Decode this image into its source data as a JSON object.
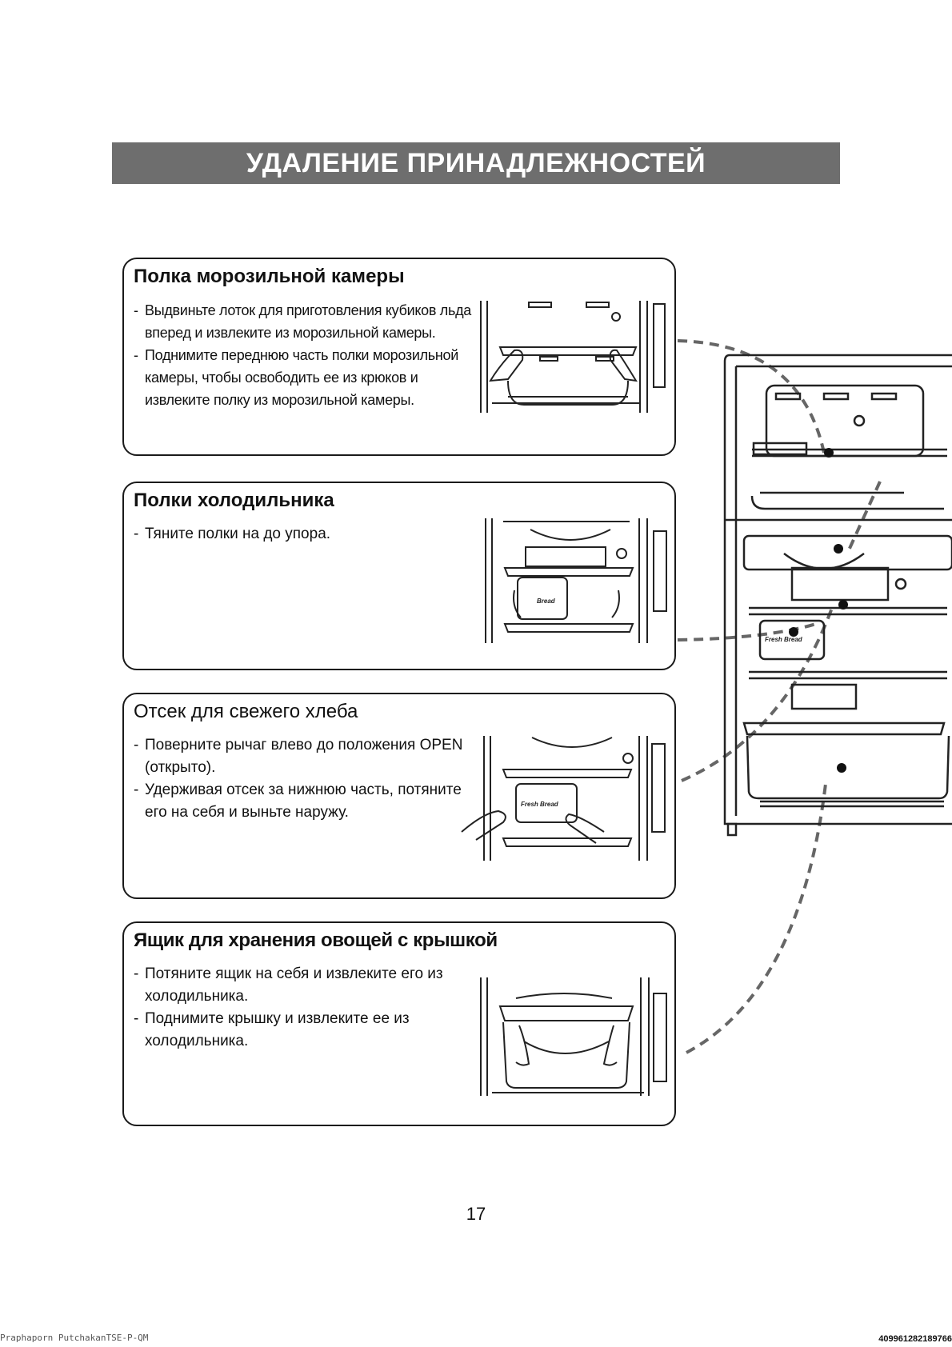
{
  "page": {
    "title": "УДАЛЕНИЕ ПРИНАДЛЕЖНОСТЕЙ",
    "page_number": "17",
    "footer_left": "Praphaporn PutchakanTSE-P-QM",
    "footer_right": "409961282189766"
  },
  "sections": [
    {
      "heading": "Полка морозильной камеры",
      "items": [
        "Выдвиньте лоток для приготовления кубиков льда вперед и извлеките из морозильной камеры.",
        "Поднимите переднюю часть полки морозильной камеры, чтобы освободить ее из крюков и извлеките полку из морозильной камеры."
      ]
    },
    {
      "heading": "Полки холодильника",
      "items": [
        "Тяните полки на до упора."
      ]
    },
    {
      "heading": "Отсек для свежего хлеба",
      "items": [
        "Поверните рычаг влево до положения OPEN (открыто).",
        "Удерживая отсек за нижнюю часть, потяните его на себя и выньте наружу."
      ]
    },
    {
      "heading": "Ящик для хранения овощей с крышкой",
      "items": [
        "Потяните ящик на себя и извлеките его из холодильника.",
        "Поднимите крышку и извлеките ее из холодильника."
      ]
    }
  ],
  "illustration_labels": {
    "bread": "Bread",
    "fresh_bread": "Fresh Bread"
  }
}
